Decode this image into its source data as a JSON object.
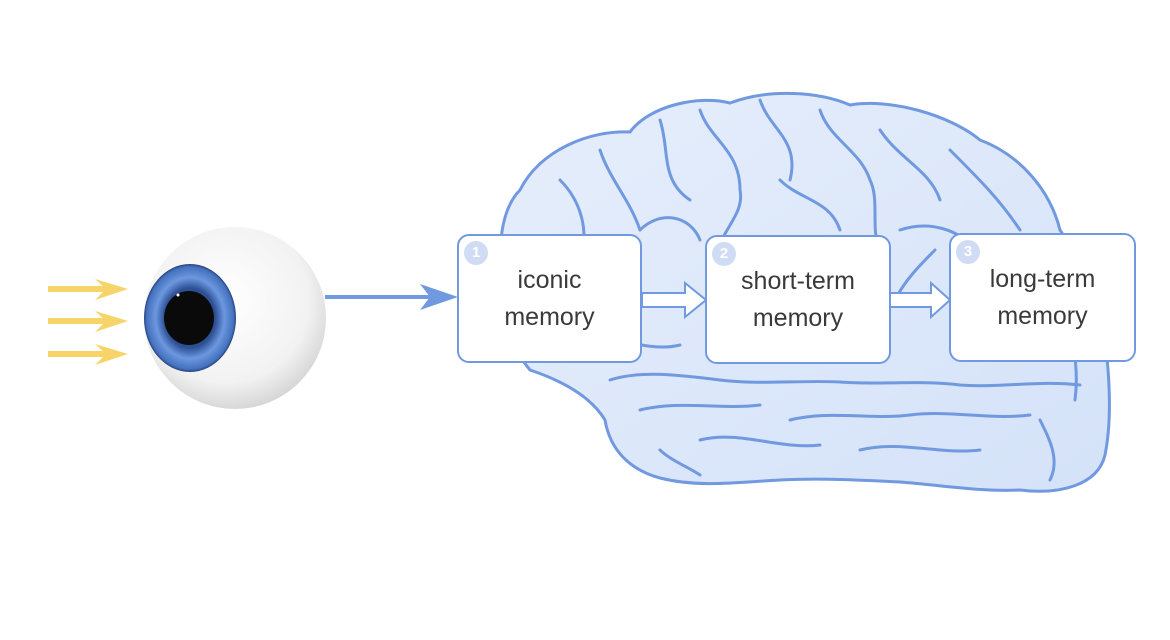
{
  "diagram": {
    "title": "Memory model: eye to brain",
    "input": {
      "light_rays": 3,
      "description": "light entering the eye"
    },
    "stages": [
      {
        "number": "1",
        "label": "iconic\nmemory"
      },
      {
        "number": "2",
        "label": "short-term\nmemory"
      },
      {
        "number": "3",
        "label": "long-term\nmemory"
      }
    ],
    "colors": {
      "accent": "#7199e0",
      "brain_fill": "#dbe6fa",
      "light_rays": "#f7d46a",
      "iris": "#4a78c8",
      "badge": "#cfdcf3",
      "text": "#3a3a3a"
    }
  }
}
